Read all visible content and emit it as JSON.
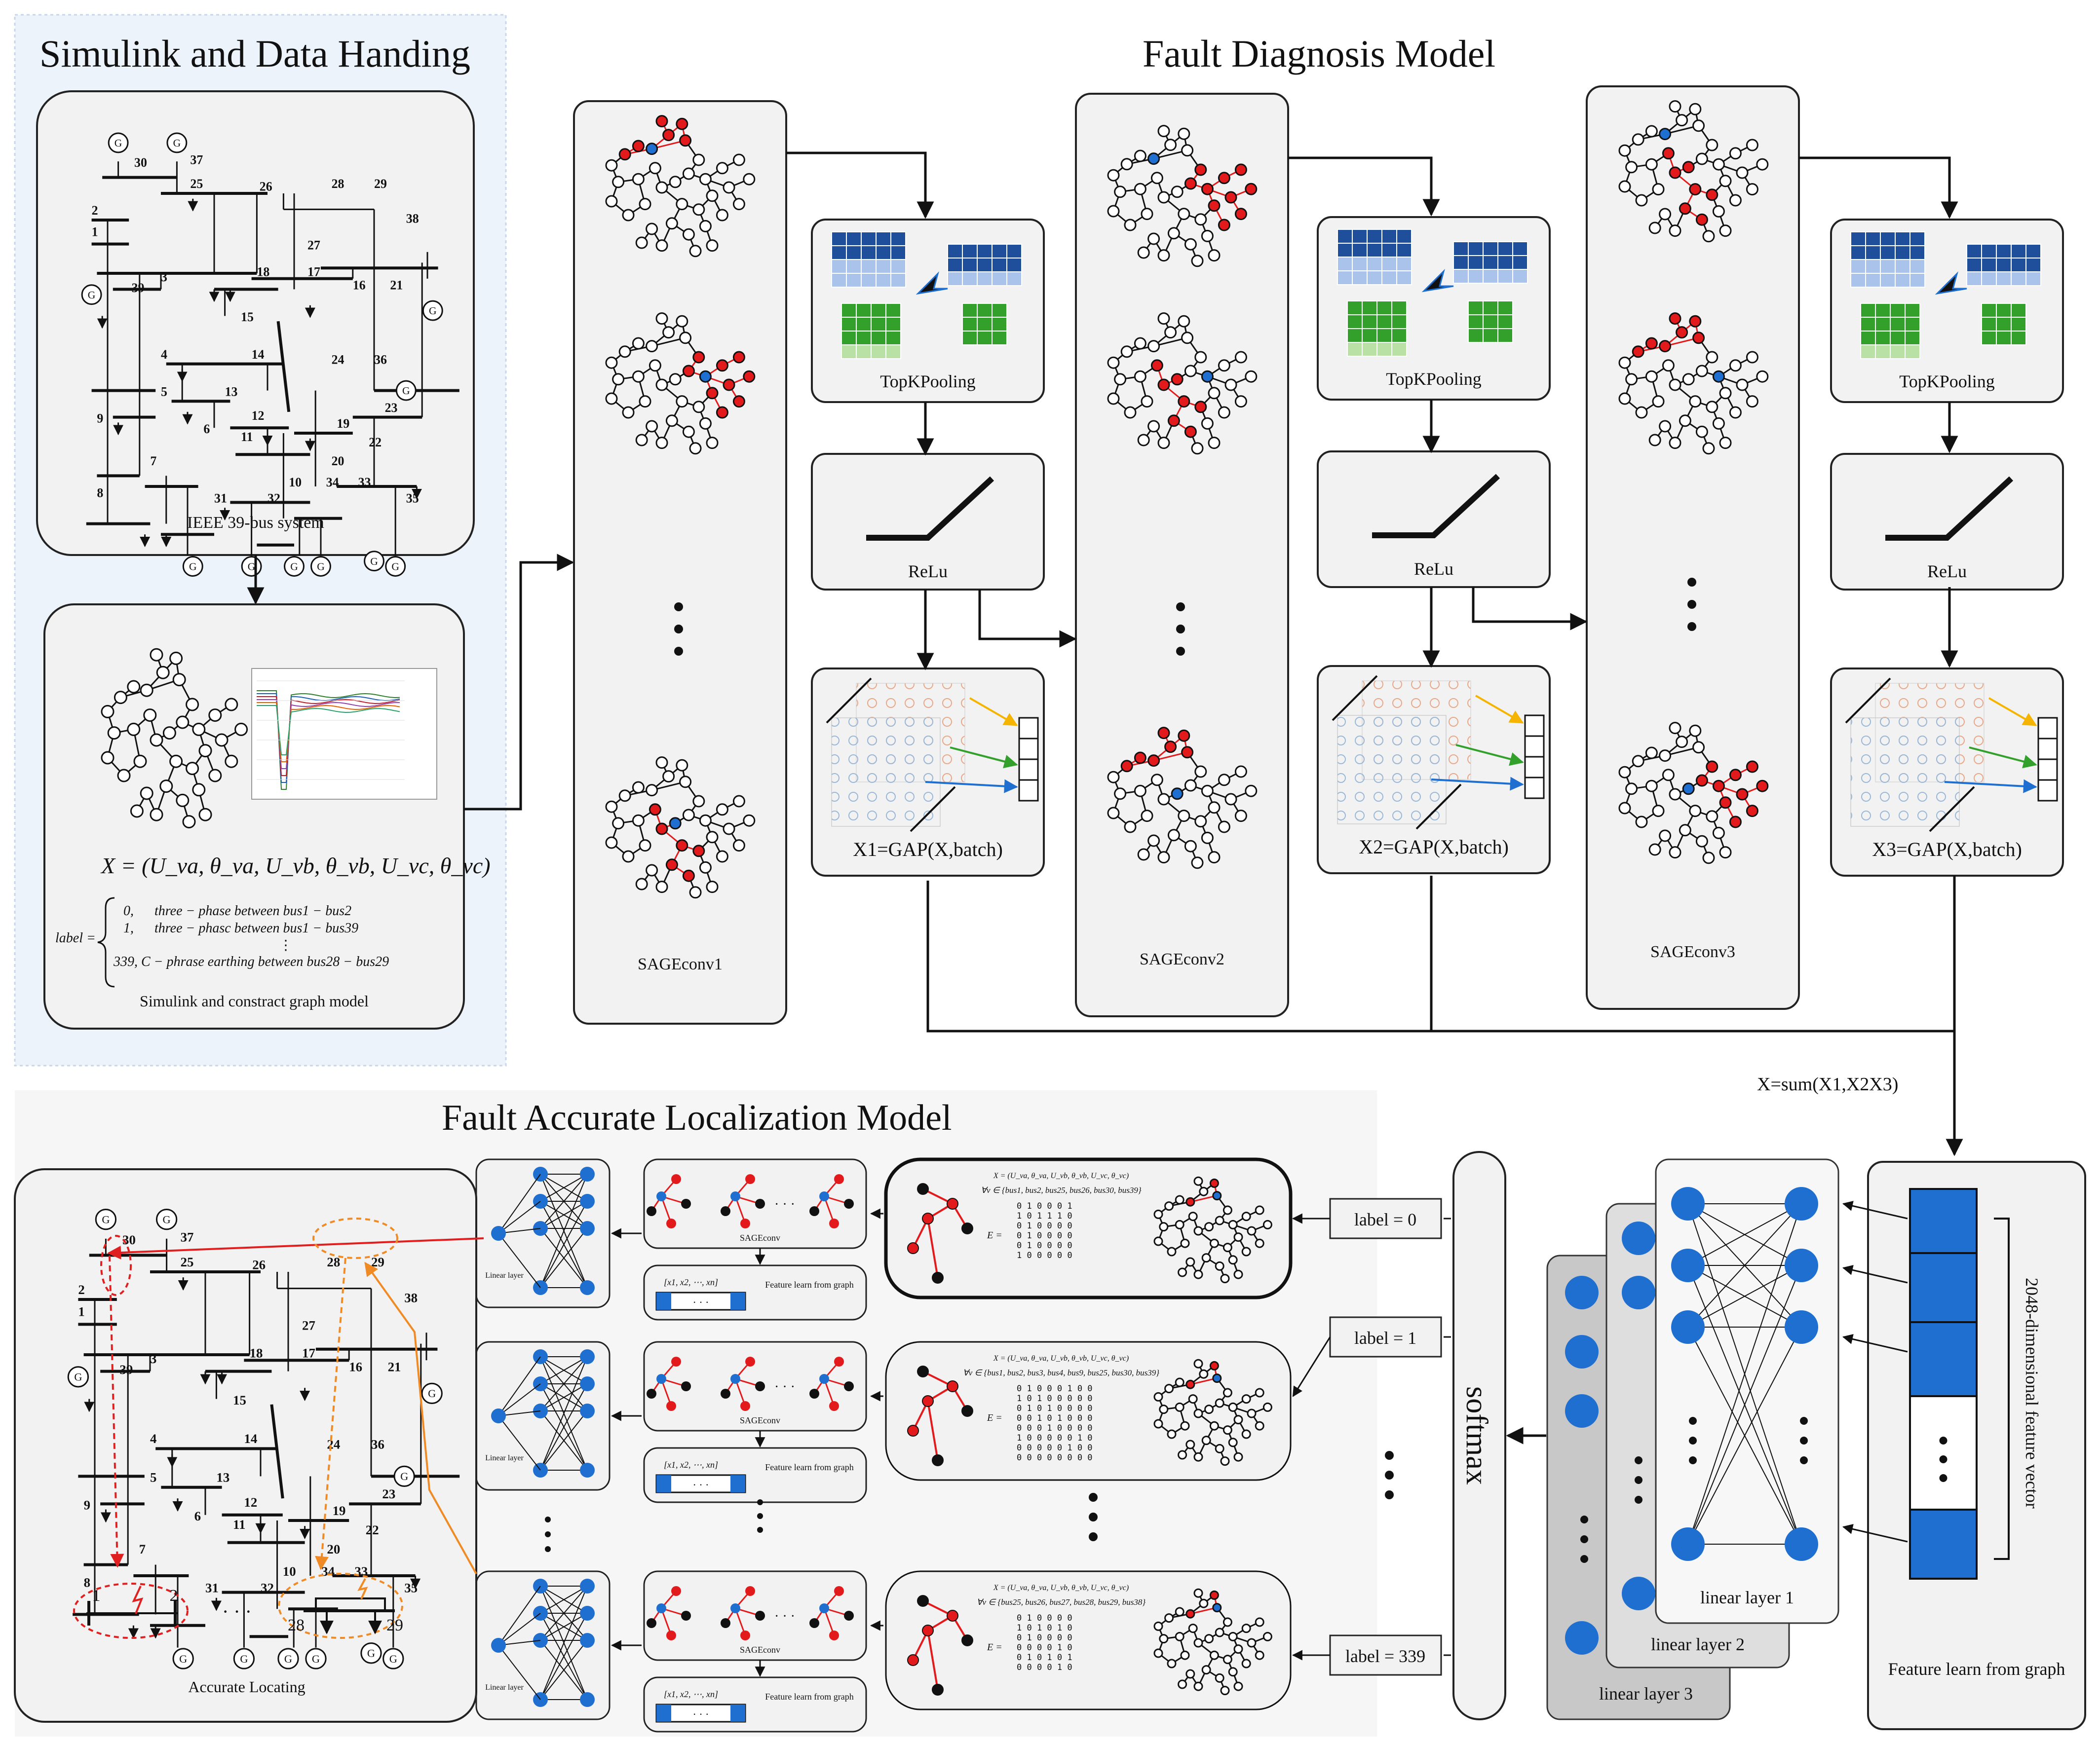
{
  "titles": {
    "simulink": "Simulink and Data Handing",
    "fault_diagnosis": "Fault Diagnosis Model",
    "localization": "Fault Accurate Localization Model"
  },
  "simulink_panel": {
    "ieee_caption": "IEEE 39-bus system",
    "graph_caption": "Simulink and constract graph model",
    "formula": "X = (U_va, θ_va, U_vb, θ_vb, U_vc, θ_vc)",
    "label_prefix": "label =",
    "label_rows": [
      "0,      three − phase between bus1 − bus2",
      "1,      three − phasc between bus1 − bus39",
      "⋮",
      "339, C − phrase  earthing between bus28 − bus29"
    ]
  },
  "bus_numbers": [
    "30",
    "37",
    "25",
    "26",
    "28",
    "29",
    "38",
    "2",
    "1",
    "39",
    "3",
    "18",
    "17",
    "27",
    "16",
    "21",
    "15",
    "4",
    "14",
    "24",
    "36",
    "5",
    "13",
    "12",
    "23",
    "9",
    "6",
    "11",
    "19",
    "22",
    "7",
    "20",
    "10",
    "34",
    "33",
    "8",
    "31",
    "32",
    "35"
  ],
  "gen_symbol": "G",
  "sage_blocks": [
    "SAGEconv1",
    "SAGEconv2",
    "SAGEconv3"
  ],
  "pool_label": "TopKPooling",
  "relu_label": "ReLu",
  "gap_labels": [
    "X1=GAP(X,batch)",
    "X2=GAP(X,batch)",
    "X3=GAP(X,batch)"
  ],
  "sum_label": "X=sum(X1,X2X3)",
  "feature_panel": {
    "caption": "Feature learn from graph",
    "vector_label": "2048-dimensional  feature vector"
  },
  "linear_layers": [
    "linear layer 1",
    "linear layer 2",
    "linear layer 3"
  ],
  "softmax_label": "softmax",
  "class_labels": [
    "label = 0",
    "label = 1",
    "label = 339"
  ],
  "loc_rows": [
    {
      "X_line": "X = (U_va, θ_va, U_vb, θ_vb, U_vc, θ_vc)",
      "V_line": "∀v ∈ {bus1, bus2, bus25, bus26, bus30, bus39}",
      "E_rows": [
        "0 1 0 0 0 1",
        "1 0 1 1 1 0",
        "0 1 0 0 0 0",
        "0 1 0 0 0 0",
        "0 1 0 0 0 0",
        "1 0 0 0 0 0"
      ]
    },
    {
      "X_line": "X = (U_va, θ_va, U_vb, θ_vb, U_vc, θ_vc)",
      "V_line": "∀v ∈ {bus1, bus2, bus3, bus4, bus9, bus25, bus30, bus39}",
      "E_rows": [
        "0 1 0 0 0 1 0 0",
        "1 0 1 0 0 0 0 0",
        "0 1 0 1 0 0 0 0",
        "0 0 1 0 1 0 0 0",
        "0 0 0 1 0 0 0 0",
        "1 0 0 0 0 0 1 0",
        "0 0 0 0 0 1 0 0",
        "0 0 0 0 0 0 0 0"
      ]
    },
    {
      "X_line": "X = (U_va, θ_va, U_vb, θ_vb, U_vc, θ_vc)",
      "V_line": "∀v ∈ {bus25, bus26, bus27, bus28, bus29, bus38}",
      "E_rows": [
        "0 1 0 0 0 0",
        "1 0 1 0 1 0",
        "0 1 0 0 0 0",
        "0 0 0 0 1 0",
        "0 1 0 1 0 1",
        "0 0 0 0 1 0"
      ]
    }
  ],
  "sageconv_small": "SAGEconv",
  "feature_learn_small": "Feature learn from graph",
  "vector_sym": "[x1, x2, ⋯, xn]",
  "linear_small": "Linear layer",
  "accurate_caption": "Accurate Locating",
  "loc_nodes": [
    "1",
    "2",
    "28",
    "29"
  ],
  "ellipsis": "· · ·",
  "colors": {
    "panel_fill": "#f2f2f2",
    "blue_bg": "#edf3fb",
    "node_red": "#e31a1c",
    "node_blue": "#1f6fd1",
    "arrow_red": "#e02020",
    "arrow_orange": "#f08a24",
    "grid_dark": "#1f4e9a",
    "grid_green": "#33a02c",
    "layer_dark": "#c8c8c8",
    "layer_mid": "#dedede"
  }
}
